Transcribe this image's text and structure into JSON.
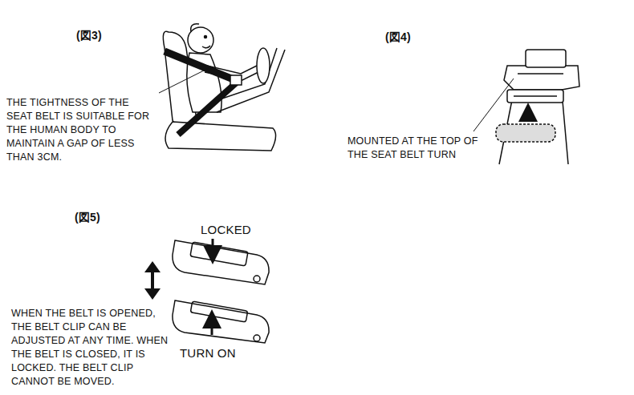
{
  "diagram": {
    "labels": [
      "(図3)",
      "THE TIGHTNESS OF THE SEAT BELT IS SUITABLE FOR THE HUMAN BODY TO MAINTAIN A GAP OF LESS THAN 3CM.",
      "(図4)",
      "MOUNTED AT THE TOP OF THE SEAT BELT TURN",
      "(図5)",
      "LOCKED",
      "TURN ON",
      "WHEN THE BELT IS OPENED, THE BELT CLIP CAN BE ADJUSTED AT ANY TIME. WHEN THE BELT IS CLOSED, IT IS LOCKED. THE BELT CLIP CANNOT BE MOVED."
    ]
  }
}
